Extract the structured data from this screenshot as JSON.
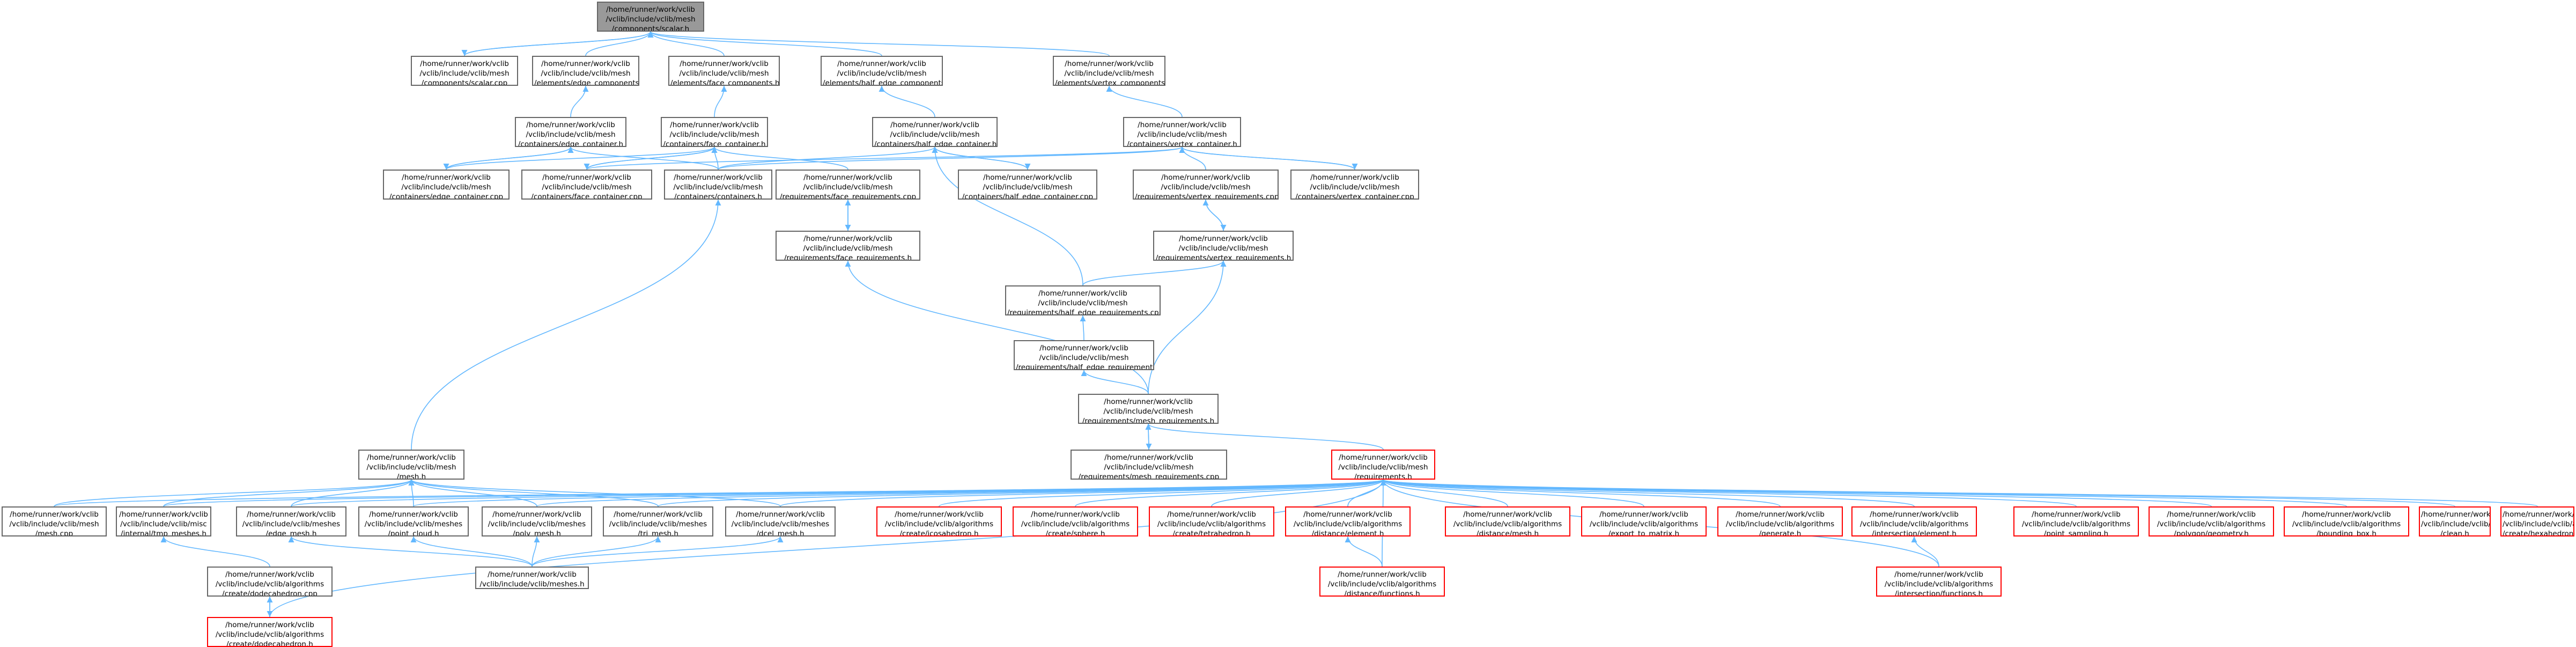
{
  "graph": {
    "title": "",
    "edge_color": "#63b8ff",
    "root_fill": "#999999",
    "node_border": "#666666",
    "truncated_border": "#ff0000",
    "nodes": [
      {
        "id": "root",
        "lines": [
          "/home/runner/work/vclib",
          "/vclib/include/vclib/mesh",
          "/components/scalar.h"
        ],
        "kind": "root"
      },
      {
        "id": "scalar_cpp",
        "lines": [
          "/home/runner/work/vclib",
          "/vclib/include/vclib/mesh",
          "/components/scalar.cpp"
        ],
        "kind": "normal"
      },
      {
        "id": "edge_comp",
        "lines": [
          "/home/runner/work/vclib",
          "/vclib/include/vclib/mesh",
          "/elements/edge_components.h"
        ],
        "kind": "normal"
      },
      {
        "id": "face_comp",
        "lines": [
          "/home/runner/work/vclib",
          "/vclib/include/vclib/mesh",
          "/elements/face_components.h"
        ],
        "kind": "normal"
      },
      {
        "id": "he_comp",
        "lines": [
          "/home/runner/work/vclib",
          "/vclib/include/vclib/mesh",
          "/elements/half_edge_components.h"
        ],
        "kind": "normal"
      },
      {
        "id": "vert_comp",
        "lines": [
          "/home/runner/work/vclib",
          "/vclib/include/vclib/mesh",
          "/elements/vertex_components.h"
        ],
        "kind": "normal"
      },
      {
        "id": "edge_cont",
        "lines": [
          "/home/runner/work/vclib",
          "/vclib/include/vclib/mesh",
          "/containers/edge_container.h"
        ],
        "kind": "normal"
      },
      {
        "id": "face_cont",
        "lines": [
          "/home/runner/work/vclib",
          "/vclib/include/vclib/mesh",
          "/containers/face_container.h"
        ],
        "kind": "normal"
      },
      {
        "id": "he_cont",
        "lines": [
          "/home/runner/work/vclib",
          "/vclib/include/vclib/mesh",
          "/containers/half_edge_container.h"
        ],
        "kind": "normal"
      },
      {
        "id": "vert_cont",
        "lines": [
          "/home/runner/work/vclib",
          "/vclib/include/vclib/mesh",
          "/containers/vertex_container.h"
        ],
        "kind": "normal"
      },
      {
        "id": "edge_cont_cpp",
        "lines": [
          "/home/runner/work/vclib",
          "/vclib/include/vclib/mesh",
          "/containers/edge_container.cpp"
        ],
        "kind": "normal"
      },
      {
        "id": "face_cont_cpp",
        "lines": [
          "/home/runner/work/vclib",
          "/vclib/include/vclib/mesh",
          "/containers/face_container.cpp"
        ],
        "kind": "normal"
      },
      {
        "id": "containers",
        "lines": [
          "/home/runner/work/vclib",
          "/vclib/include/vclib/mesh",
          "/containers/containers.h"
        ],
        "kind": "normal"
      },
      {
        "id": "face_req_cpp",
        "lines": [
          "/home/runner/work/vclib",
          "/vclib/include/vclib/mesh",
          "/requirements/face_requirements.cpp"
        ],
        "kind": "normal"
      },
      {
        "id": "he_cont_cpp",
        "lines": [
          "/home/runner/work/vclib",
          "/vclib/include/vclib/mesh",
          "/containers/half_edge_container.cpp"
        ],
        "kind": "normal"
      },
      {
        "id": "vert_req_cpp",
        "lines": [
          "/home/runner/work/vclib",
          "/vclib/include/vclib/mesh",
          "/requirements/vertex_requirements.cpp"
        ],
        "kind": "normal"
      },
      {
        "id": "vert_cont_cpp",
        "lines": [
          "/home/runner/work/vclib",
          "/vclib/include/vclib/mesh",
          "/containers/vertex_container.cpp"
        ],
        "kind": "normal"
      },
      {
        "id": "face_req",
        "lines": [
          "/home/runner/work/vclib",
          "/vclib/include/vclib/mesh",
          "/requirements/face_requirements.h"
        ],
        "kind": "normal"
      },
      {
        "id": "vert_req",
        "lines": [
          "/home/runner/work/vclib",
          "/vclib/include/vclib/mesh",
          "/requirements/vertex_requirements.h"
        ],
        "kind": "normal"
      },
      {
        "id": "he_req_cpp",
        "lines": [
          "/home/runner/work/vclib",
          "/vclib/include/vclib/mesh",
          "/requirements/half_edge_requirements.cpp"
        ],
        "kind": "normal"
      },
      {
        "id": "he_req",
        "lines": [
          "/home/runner/work/vclib",
          "/vclib/include/vclib/mesh",
          "/requirements/half_edge_requirements.h"
        ],
        "kind": "normal"
      },
      {
        "id": "mesh_req",
        "lines": [
          "/home/runner/work/vclib",
          "/vclib/include/vclib/mesh",
          "/requirements/mesh_requirements.h"
        ],
        "kind": "normal"
      },
      {
        "id": "mesh_h",
        "lines": [
          "/home/runner/work/vclib",
          "/vclib/include/vclib/mesh",
          "/mesh.h"
        ],
        "kind": "normal"
      },
      {
        "id": "mesh_req_cpp",
        "lines": [
          "/home/runner/work/vclib",
          "/vclib/include/vclib/mesh",
          "/requirements/mesh_requirements.cpp"
        ],
        "kind": "normal"
      },
      {
        "id": "requirements",
        "lines": [
          "/home/runner/work/vclib",
          "/vclib/include/vclib/mesh",
          "/requirements.h"
        ],
        "kind": "trunc"
      },
      {
        "id": "mesh_cpp",
        "lines": [
          "/home/runner/work/vclib",
          "/vclib/include/vclib/mesh",
          "/mesh.cpp"
        ],
        "kind": "normal"
      },
      {
        "id": "tmp_meshes",
        "lines": [
          "/home/runner/work/vclib",
          "/vclib/include/vclib/misc",
          "/internal/tmp_meshes.h"
        ],
        "kind": "normal"
      },
      {
        "id": "edge_mesh",
        "lines": [
          "/home/runner/work/vclib",
          "/vclib/include/vclib/meshes",
          "/edge_mesh.h"
        ],
        "kind": "normal"
      },
      {
        "id": "point_cloud",
        "lines": [
          "/home/runner/work/vclib",
          "/vclib/include/vclib/meshes",
          "/point_cloud.h"
        ],
        "kind": "normal"
      },
      {
        "id": "poly_mesh",
        "lines": [
          "/home/runner/work/vclib",
          "/vclib/include/vclib/meshes",
          "/poly_mesh.h"
        ],
        "kind": "normal"
      },
      {
        "id": "tri_mesh",
        "lines": [
          "/home/runner/work/vclib",
          "/vclib/include/vclib/meshes",
          "/tri_mesh.h"
        ],
        "kind": "normal"
      },
      {
        "id": "dcel_mesh",
        "lines": [
          "/home/runner/work/vclib",
          "/vclib/include/vclib/meshes",
          "/dcel_mesh.h"
        ],
        "kind": "normal"
      },
      {
        "id": "icosahedron",
        "lines": [
          "/home/runner/work/vclib",
          "/vclib/include/vclib/algorithms",
          "/create/icosahedron.h"
        ],
        "kind": "trunc"
      },
      {
        "id": "sphere",
        "lines": [
          "/home/runner/work/vclib",
          "/vclib/include/vclib/algorithms",
          "/create/sphere.h"
        ],
        "kind": "trunc"
      },
      {
        "id": "tetrahedron",
        "lines": [
          "/home/runner/work/vclib",
          "/vclib/include/vclib/algorithms",
          "/create/tetrahedron.h"
        ],
        "kind": "trunc"
      },
      {
        "id": "dist_element",
        "lines": [
          "/home/runner/work/vclib",
          "/vclib/include/vclib/algorithms",
          "/distance/element.h"
        ],
        "kind": "trunc"
      },
      {
        "id": "dist_mesh",
        "lines": [
          "/home/runner/work/vclib",
          "/vclib/include/vclib/algorithms",
          "/distance/mesh.h"
        ],
        "kind": "trunc"
      },
      {
        "id": "export_matrix",
        "lines": [
          "/home/runner/work/vclib",
          "/vclib/include/vclib/algorithms",
          "/export_to_matrix.h"
        ],
        "kind": "trunc"
      },
      {
        "id": "generate",
        "lines": [
          "/home/runner/work/vclib",
          "/vclib/include/vclib/algorithms",
          "/generate.h"
        ],
        "kind": "trunc"
      },
      {
        "id": "inter_element",
        "lines": [
          "/home/runner/work/vclib",
          "/vclib/include/vclib/algorithms",
          "/intersection/element.h"
        ],
        "kind": "trunc"
      },
      {
        "id": "point_sampling",
        "lines": [
          "/home/runner/work/vclib",
          "/vclib/include/vclib/algorithms",
          "/point_sampling.h"
        ],
        "kind": "trunc"
      },
      {
        "id": "polygon_geom",
        "lines": [
          "/home/runner/work/vclib",
          "/vclib/include/vclib/algorithms",
          "/polygon/geometry.h"
        ],
        "kind": "trunc"
      },
      {
        "id": "bounding_box",
        "lines": [
          "/home/runner/work/vclib",
          "/vclib/include/vclib/algorithms",
          "/bounding_box.h"
        ],
        "kind": "trunc"
      },
      {
        "id": "clean",
        "lines": [
          "/home/runner/work/vclib",
          "/vclib/include/vclib/algorithms",
          "/clean.h"
        ],
        "kind": "trunc"
      },
      {
        "id": "hexahedron",
        "lines": [
          "/home/runner/work/vclib",
          "/vclib/include/vclib/algorithms",
          "/create/hexahedron.h"
        ],
        "kind": "trunc"
      },
      {
        "id": "meshes_h",
        "lines": [
          "/home/runner/work/vclib",
          "/vclib/include/vclib/meshes.h"
        ],
        "kind": "normal"
      },
      {
        "id": "dodeca_cpp",
        "lines": [
          "/home/runner/work/vclib",
          "/vclib/include/vclib/algorithms",
          "/create/dodecahedron.cpp"
        ],
        "kind": "normal"
      },
      {
        "id": "dist_functions",
        "lines": [
          "/home/runner/work/vclib",
          "/vclib/include/vclib/algorithms",
          "/distance/functions.h"
        ],
        "kind": "trunc"
      },
      {
        "id": "inter_functions",
        "lines": [
          "/home/runner/work/vclib",
          "/vclib/include/vclib/algorithms",
          "/intersection/functions.h"
        ],
        "kind": "trunc"
      },
      {
        "id": "dodeca_h",
        "lines": [
          "/home/runner/work/vclib",
          "/vclib/include/vclib/algorithms",
          "/create/dodecahedron.h"
        ],
        "kind": "trunc"
      }
    ],
    "edges": [
      [
        "scalar_cpp",
        "root"
      ],
      [
        "edge_comp",
        "root"
      ],
      [
        "face_comp",
        "root"
      ],
      [
        "he_comp",
        "root"
      ],
      [
        "vert_comp",
        "root"
      ],
      [
        "root",
        "scalar_cpp"
      ],
      [
        "edge_cont",
        "edge_comp"
      ],
      [
        "face_cont",
        "face_comp"
      ],
      [
        "he_cont",
        "he_comp"
      ],
      [
        "vert_cont",
        "vert_comp"
      ],
      [
        "edge_cont_cpp",
        "edge_cont"
      ],
      [
        "edge_cont",
        "edge_cont_cpp"
      ],
      [
        "containers",
        "edge_cont"
      ],
      [
        "face_cont_cpp",
        "face_cont"
      ],
      [
        "face_cont",
        "face_cont_cpp"
      ],
      [
        "containers",
        "face_cont"
      ],
      [
        "face_req_cpp",
        "face_cont"
      ],
      [
        "edge_cont_cpp",
        "face_cont"
      ],
      [
        "he_cont_cpp",
        "he_cont"
      ],
      [
        "he_cont",
        "he_cont_cpp"
      ],
      [
        "containers",
        "he_cont"
      ],
      [
        "he_req_cpp",
        "he_cont"
      ],
      [
        "vert_cont_cpp",
        "vert_cont"
      ],
      [
        "vert_cont",
        "vert_cont_cpp"
      ],
      [
        "containers",
        "vert_cont"
      ],
      [
        "vert_req_cpp",
        "vert_cont"
      ],
      [
        "face_cont_cpp",
        "vert_cont"
      ],
      [
        "face_req",
        "face_req_cpp"
      ],
      [
        "face_req_cpp",
        "face_req"
      ],
      [
        "vert_req",
        "vert_req_cpp"
      ],
      [
        "vert_req_cpp",
        "vert_req"
      ],
      [
        "he_req_cpp",
        "vert_req"
      ],
      [
        "mesh_req",
        "vert_req"
      ],
      [
        "he_req",
        "he_req_cpp"
      ],
      [
        "mesh_req",
        "face_req"
      ],
      [
        "mesh_req",
        "he_req"
      ],
      [
        "mesh_req_cpp",
        "mesh_req"
      ],
      [
        "mesh_req",
        "mesh_req_cpp"
      ],
      [
        "requirements",
        "mesh_req"
      ],
      [
        "mesh_h",
        "containers"
      ],
      [
        "mesh_cpp",
        "mesh_h"
      ],
      [
        "tmp_meshes",
        "mesh_h"
      ],
      [
        "edge_mesh",
        "mesh_h"
      ],
      [
        "point_cloud",
        "mesh_h"
      ],
      [
        "poly_mesh",
        "mesh_h"
      ],
      [
        "tri_mesh",
        "mesh_h"
      ],
      [
        "dcel_mesh",
        "mesh_h"
      ],
      [
        "mesh_cpp",
        "requirements"
      ],
      [
        "tmp_meshes",
        "requirements"
      ],
      [
        "edge_mesh",
        "requirements"
      ],
      [
        "point_cloud",
        "requirements"
      ],
      [
        "poly_mesh",
        "requirements"
      ],
      [
        "tri_mesh",
        "requirements"
      ],
      [
        "dcel_mesh",
        "requirements"
      ],
      [
        "icosahedron",
        "requirements"
      ],
      [
        "sphere",
        "requirements"
      ],
      [
        "tetrahedron",
        "requirements"
      ],
      [
        "dist_element",
        "requirements"
      ],
      [
        "dist_mesh",
        "requirements"
      ],
      [
        "export_matrix",
        "requirements"
      ],
      [
        "generate",
        "requirements"
      ],
      [
        "inter_element",
        "requirements"
      ],
      [
        "point_sampling",
        "requirements"
      ],
      [
        "polygon_geom",
        "requirements"
      ],
      [
        "bounding_box",
        "requirements"
      ],
      [
        "clean",
        "requirements"
      ],
      [
        "hexahedron",
        "requirements"
      ],
      [
        "dist_functions",
        "requirements"
      ],
      [
        "inter_functions",
        "requirements"
      ],
      [
        "dodeca_h",
        "requirements"
      ],
      [
        "meshes_h",
        "edge_mesh"
      ],
      [
        "meshes_h",
        "point_cloud"
      ],
      [
        "meshes_h",
        "poly_mesh"
      ],
      [
        "meshes_h",
        "tri_mesh"
      ],
      [
        "meshes_h",
        "dcel_mesh"
      ],
      [
        "dodeca_cpp",
        "tmp_meshes"
      ],
      [
        "dodeca_h",
        "dodeca_cpp"
      ],
      [
        "dodeca_cpp",
        "dodeca_h"
      ],
      [
        "dist_functions",
        "dist_element"
      ],
      [
        "inter_functions",
        "inter_element"
      ]
    ]
  }
}
